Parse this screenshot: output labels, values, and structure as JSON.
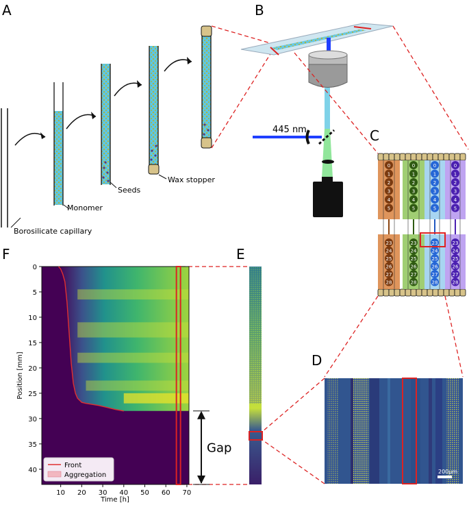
{
  "panels": {
    "a": "A",
    "b": "B",
    "c": "C",
    "d": "D",
    "e": "E",
    "f": "F"
  },
  "labels": {
    "capillary": "Borosilicate capillary",
    "monomer": "Monomer",
    "seeds": "Seeds",
    "wax_stopper": "Wax stopper",
    "laser": "445 nm",
    "scale_bar": "200μm",
    "gap": "Gap"
  },
  "channel_numbers": {
    "top": [
      "0",
      "1",
      "2",
      "3",
      "4",
      "5"
    ],
    "bottom": [
      "23",
      "24",
      "25",
      "26",
      "27",
      "28"
    ]
  },
  "colors": {
    "dashed_connector": "#dd2222",
    "capillary_fill": "#5cc7e6",
    "particle": "#a8b54a",
    "seed": "#5a3a7a",
    "wax": "#d7c38a",
    "laser": "#1f3fff",
    "channel_1": "#d9823f",
    "channel_2": "#8fc55a",
    "channel_3": "#2f7ee0",
    "channel_4": "#7a4be0",
    "heat_low": "#440154",
    "heat_mid": "#21918c",
    "heat_high": "#fde725",
    "front_line": "#e03030"
  },
  "chart_data": {
    "type": "heatmap",
    "xlabel": "Time [h]",
    "ylabel": "Position [mm]",
    "xticks": [
      10,
      20,
      30,
      40,
      50,
      60,
      70
    ],
    "yticks": [
      0,
      5,
      10,
      15,
      20,
      25,
      30,
      35,
      40
    ],
    "xlim": [
      1,
      71
    ],
    "ylim": [
      43,
      0
    ],
    "gap_range_mm": [
      28.5,
      43
    ],
    "highlight_time_h": 66,
    "legend": [
      "Front",
      "Aggregation"
    ],
    "legend_position": "lower-left",
    "front": {
      "time_h": [
        9,
        10,
        11,
        12,
        12.5,
        13,
        13.5,
        14,
        14.5,
        15,
        15.5,
        16,
        17,
        18,
        20,
        22,
        25,
        28,
        32,
        36,
        40
      ],
      "position_mm": [
        0,
        0.5,
        1.5,
        3,
        5,
        7,
        10,
        13,
        16,
        19,
        21,
        23,
        25,
        26,
        26.8,
        27,
        27.2,
        27.4,
        27.8,
        28.2,
        28.5
      ]
    }
  }
}
